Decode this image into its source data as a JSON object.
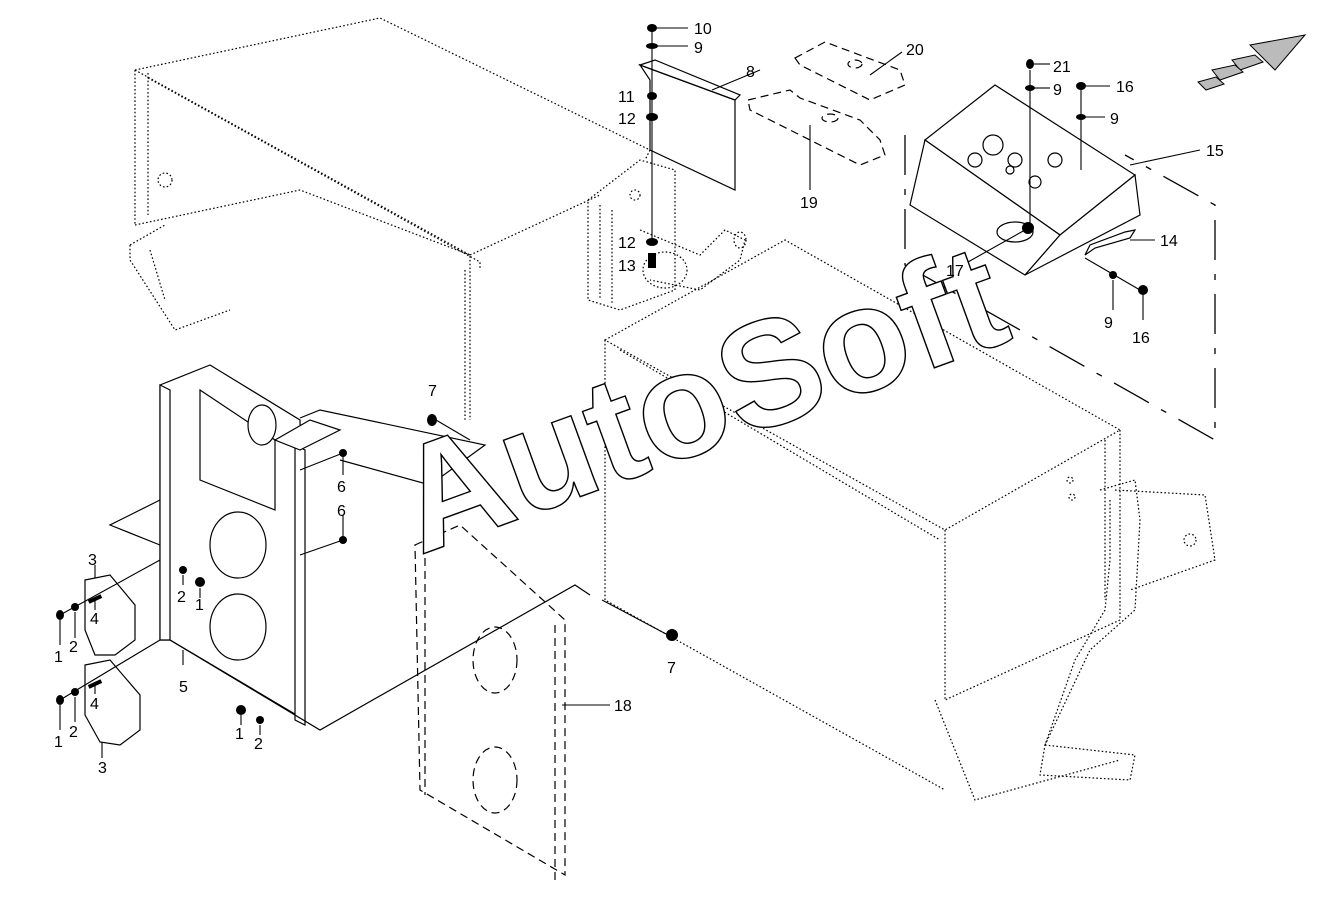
{
  "watermark": "AutoSoft",
  "labels": {
    "l1a": "1",
    "l1b": "1",
    "l1c": "1",
    "l1d": "1",
    "l2a": "2",
    "l2b": "2",
    "l2c": "2",
    "l2d": "2",
    "l3a": "3",
    "l3b": "3",
    "l4a": "4",
    "l4b": "4",
    "l5": "5",
    "l6a": "6",
    "l6b": "6",
    "l7a": "7",
    "l7b": "7",
    "l8": "8",
    "l9a": "9",
    "l9b": "9",
    "l9c": "9",
    "l9d": "9",
    "l10": "10",
    "l11": "11",
    "l12a": "12",
    "l12b": "12",
    "l13": "13",
    "l14": "14",
    "l15": "15",
    "l16a": "16",
    "l16b": "16",
    "l17": "17",
    "l18": "18",
    "l19": "19",
    "l20": "20",
    "l21": "21"
  }
}
